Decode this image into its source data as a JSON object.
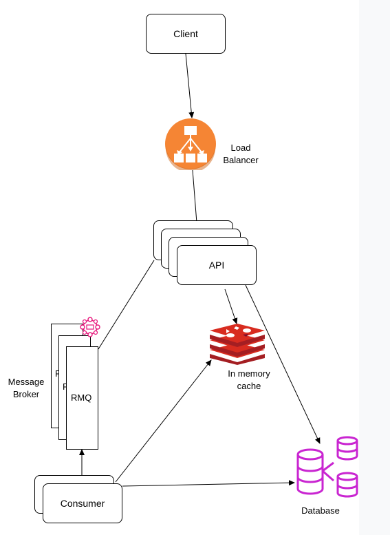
{
  "nodes": {
    "client": "Client",
    "load_balancer": "Load\nBalancer",
    "api": "API",
    "message_broker": "Message\nBroker",
    "rmq": "RMQ",
    "rmq_back1": "R",
    "rmq_back2": "R",
    "cache": "In memory\ncache",
    "consumer": "Consumer",
    "database": "Database"
  },
  "colors": {
    "load_balancer": "#f58534",
    "cache": "#c5282c",
    "database": "#c925d1",
    "broker_icon": "#e7157b"
  }
}
